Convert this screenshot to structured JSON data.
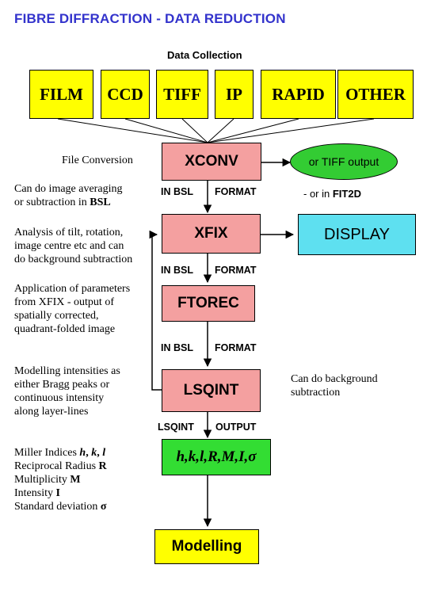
{
  "title": "FIBRE DIFFRACTION - DATA REDUCTION",
  "data_collection_label": "Data Collection",
  "sources": [
    "FILM",
    "CCD",
    "TIFF",
    "IP",
    "RAPID",
    "OTHER"
  ],
  "steps": {
    "xconv": "XCONV",
    "xfix": "XFIX",
    "ftorec": "FTOREC",
    "lsqint": "LSQINT"
  },
  "tiff_output": "or TIFF output",
  "display": "DISPLAY",
  "output_box": "h,k,l,R,M,I,σ",
  "modelling": "Modelling",
  "flow_labels": {
    "in_bsl_1": "IN BSL",
    "format_1": "FORMAT",
    "in_bsl_2": "IN BSL",
    "format_2": "FORMAT",
    "in_bsl_3": "IN BSL",
    "format_3": "FORMAT",
    "lsqint_out": "LSQINT",
    "output": "OUTPUT"
  },
  "notes": {
    "file_conversion": "File Conversion",
    "averaging": [
      "Can do image averaging",
      "or subtraction in BSL"
    ],
    "or_in_fit2d": "- or in FIT2D",
    "analysis": [
      "Analysis of tilt, rotation,",
      "image centre etc and can",
      "do background subtraction"
    ],
    "application": [
      "Application of parameters",
      "from XFIX - output of",
      "spatially corrected,",
      "quadrant-folded image"
    ],
    "modelling_int": [
      "Modelling intensities as",
      "either Bragg peaks or",
      "continuous intensity",
      "along layer-lines"
    ],
    "background": [
      "Can do background",
      "subtraction"
    ],
    "legend": [
      "Miller Indices h, k, l",
      "Reciprocal Radius R",
      "Multiplicity M",
      "Intensity I",
      "Standard deviation σ"
    ]
  }
}
